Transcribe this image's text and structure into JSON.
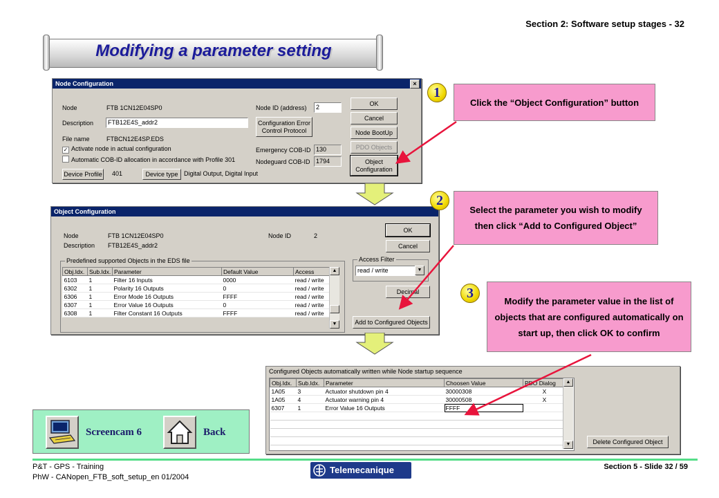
{
  "header": {
    "section": "Section 2: Software setup stages - 32"
  },
  "slide_title": "Modifying a parameter setting",
  "node_cfg": {
    "title": "Node Configuration",
    "close": "×",
    "node_label": "Node",
    "node_value": "FTB 1CN12E04SP0",
    "node_id_label": "Node ID (address)",
    "node_id_value": "2",
    "desc_label": "Description",
    "desc_value": "FTB12E4S_addr2",
    "cfg_err_btn": "Configuration Error Control Protocol",
    "file_label": "File name",
    "file_value": "FTBCN12E4SP.EDS",
    "chk1": "Activate node in actual configuration",
    "chk2": "Automatic COB-ID allocation in accordance with Profile 301",
    "emcy_label": "Emergency COB-ID",
    "emcy_value": "130",
    "ng_label": "Nodeguard COB-ID",
    "ng_value": "1794",
    "dev_profile_btn": "Device Profile",
    "dev_profile_value": "401",
    "dev_type_btn": "Device type",
    "dev_type_value": "Digital Output, Digital Input",
    "ok": "OK",
    "cancel": "Cancel",
    "bootup": "Node BootUp",
    "pdo": "PDO Objects",
    "objcfg": "Object Configuration"
  },
  "callouts": {
    "c1_num": "1",
    "c1": "Click the “Object Configuration” button",
    "c2_num": "2",
    "c2": "Select the parameter you wish to modify then click “Add to Configured Object”",
    "c3_num": "3",
    "c3": "Modify the parameter value in the list of objects that are configured automatically on start up, then click OK to confirm"
  },
  "obj_cfg": {
    "title": "Object Configuration",
    "node_label": "Node",
    "node_value": "FTB 1CN12E04SP0",
    "nodeid_label": "Node ID",
    "nodeid_value": "2",
    "desc_label": "Description",
    "desc_value": "FTB12E4S_addr2",
    "group_label": "Predefined supported Objects in the EDS file",
    "columns": [
      "Obj.Idx.",
      "Sub.Idx.",
      "Parameter",
      "Default Value",
      "Access"
    ],
    "rows": [
      [
        "6103",
        "1",
        "Filter 16 Inputs",
        "0000",
        "read / write"
      ],
      [
        "6302",
        "1",
        "Polarity 16 Outputs",
        "0",
        "read / write"
      ],
      [
        "6306",
        "1",
        "Error Mode 16 Outputs",
        "FFFF",
        "read / write"
      ],
      [
        "6307",
        "1",
        "Error Value 16 Outputs",
        "0",
        "read / write"
      ],
      [
        "6308",
        "1",
        "Filter Constant 16 Outputs",
        "FFFF",
        "read / write"
      ]
    ],
    "ok": "OK",
    "cancel": "Cancel",
    "filter_label": "Access Filter",
    "filter_value": "read / write",
    "decimal": "Decimal",
    "add": "Add to Configured Objects"
  },
  "configured": {
    "group_label": "Configured Objects automatically written while Node startup sequence",
    "columns": [
      "Obj.Idx.",
      "Sub.Idx.",
      "Parameter",
      "Choosen Value",
      "PDO Dialog"
    ],
    "rows": [
      [
        "1A05",
        "3",
        "Actuator shutdown pin 4",
        "30000308",
        "X"
      ],
      [
        "1A05",
        "4",
        "Actuator warning pin 4",
        "30000508",
        "X"
      ],
      [
        "6307",
        "1",
        "Error Value 16 Outputs",
        "FFFF",
        ""
      ]
    ],
    "delete": "Delete Configured Object"
  },
  "nav": {
    "screencam": "Screencam 6",
    "back": "Back"
  },
  "footer": {
    "left1": "P&T - GPS - Training",
    "left2": "PhW - CANopen_FTB_soft_setup_en 01/2004",
    "logo": "Telemecanique",
    "right": "Section 5 - Slide 32 / 59"
  },
  "colors": {
    "callout": "#f79bcd",
    "nav_bg": "#9ff0c4",
    "arrow": "#e8143c",
    "title": "#1b1b9a",
    "rule": "#55dd88"
  }
}
